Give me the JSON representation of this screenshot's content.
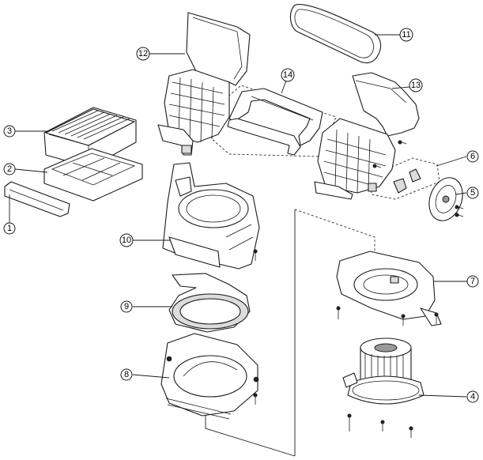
{
  "callouts": [
    "1",
    "2",
    "3",
    "4",
    "5",
    "6",
    "7",
    "8",
    "9",
    "10",
    "11",
    "12",
    "13",
    "14"
  ],
  "colors": {
    "line": "#1a1a1a",
    "shade": "#dcdcdc",
    "background": "#ffffff"
  }
}
